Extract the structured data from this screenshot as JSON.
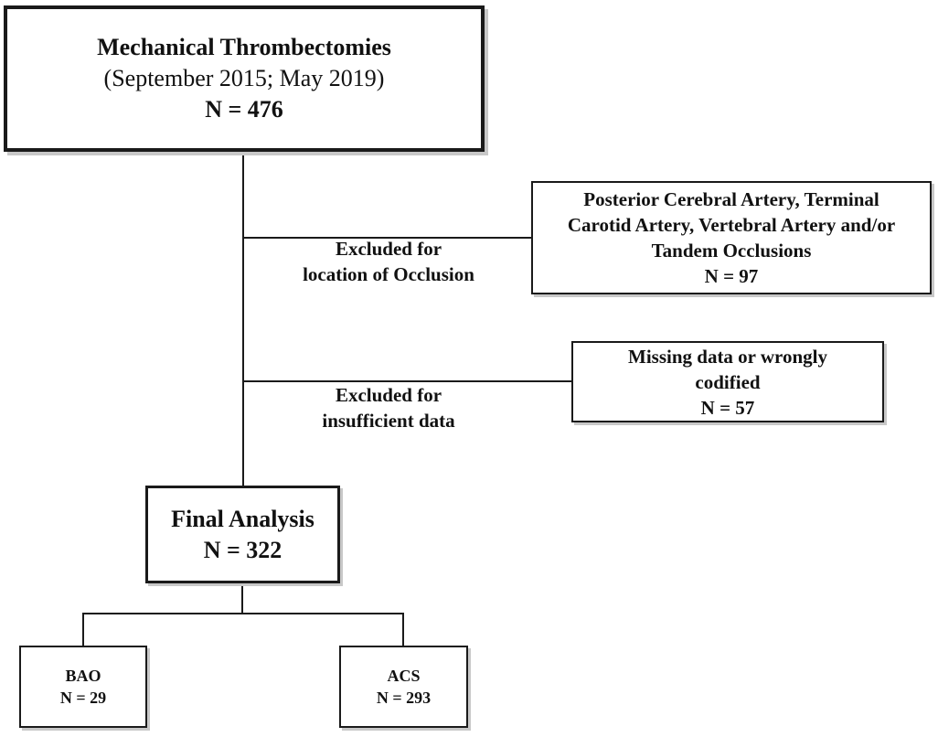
{
  "top_box": {
    "title": "Mechanical Thrombectomies",
    "subtitle": "(September 2015; May 2019)",
    "n": "N = 476"
  },
  "exclusion1": {
    "label_line1": "Excluded for",
    "label_line2": "location of Occlusion",
    "box_line1": "Posterior Cerebral Artery, Terminal",
    "box_line2": "Carotid Artery, Vertebral Artery and/or",
    "box_line3": "Tandem Occlusions",
    "n": "N = 97"
  },
  "exclusion2": {
    "label_line1": "Excluded for",
    "label_line2": "insufficient data",
    "box_line1": "Missing data or wrongly",
    "box_line2": "codified",
    "n": "N = 57"
  },
  "final_box": {
    "title": "Final Analysis",
    "n": "N = 322"
  },
  "groups": [
    {
      "name": "BAO",
      "n": "N = 29"
    },
    {
      "name": "ACS",
      "n": "N = 293"
    }
  ]
}
